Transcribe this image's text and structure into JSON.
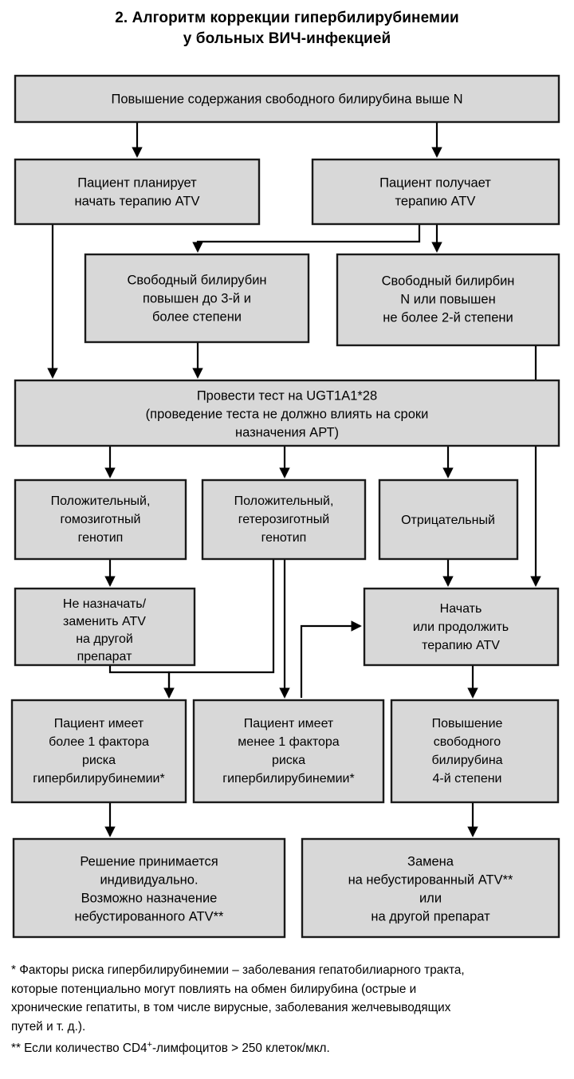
{
  "title": {
    "line1": "2. Алгоритм коррекции гипербилирубинемии",
    "line2": "у больных  ВИЧ-инфекцией"
  },
  "colors": {
    "box_fill": "#d8d8d8",
    "box_stroke": "#1a1a1a",
    "edge": "#000000",
    "background": "#ffffff",
    "text": "#000000"
  },
  "nodes": {
    "root": {
      "lines": [
        "Повышение содержания свободного билирубина выше N"
      ]
    },
    "plans_atv": {
      "lines": [
        "Пациент планирует",
        "начать терапию ATV"
      ]
    },
    "receives_atv": {
      "lines": [
        "Пациент получает",
        "терапию ATV"
      ]
    },
    "bili_grade3": {
      "lines": [
        "Свободный билирубин",
        "повышен до 3-й и",
        "более степени"
      ]
    },
    "bili_norm": {
      "lines": [
        "Свободный билирбин",
        "N или повышен",
        "не более 2-й степени"
      ]
    },
    "ugt_test": {
      "lines": [
        "Провести тест на UGT1A1*28",
        "(проведение теста не должно влиять на сроки",
        "назначения АРТ)"
      ]
    },
    "homozygous": {
      "lines": [
        "Положительный,",
        "гомозиготный",
        "генотип"
      ]
    },
    "heterozygous": {
      "lines": [
        "Положительный,",
        "гетерозиготный",
        "генотип"
      ]
    },
    "negative": {
      "lines": [
        "Отрицательный"
      ]
    },
    "no_atv": {
      "lines": [
        "Не назначать/",
        "заменить ATV",
        "на другой",
        "препарат"
      ]
    },
    "start_continue": {
      "lines": [
        "Начать",
        "или продолжить",
        "терапию ATV"
      ]
    },
    "more_than_one": {
      "lines": [
        "Пациент имеет",
        "более 1 фактора",
        "риска",
        "гипербилирубинемии*"
      ]
    },
    "less_than_one": {
      "lines": [
        "Пациент имеет",
        "менее 1 фактора",
        "риска",
        "гипербилирубинемии*"
      ]
    },
    "grade4": {
      "lines": [
        "Повышение",
        "свободного",
        "билирубина",
        "4-й степени"
      ]
    },
    "individual_decision": {
      "lines": [
        "Решение принимается",
        "индивидуально.",
        "Возможно назначение",
        "небустированного ATV**"
      ]
    },
    "replace_atv": {
      "lines": [
        "Замена",
        "на  небустированный ATV**",
        "или",
        "на другой препарат"
      ]
    }
  },
  "notes": {
    "note1_l1": "* Факторы риска гипербилирубинемии – заболевания гепатобилиарного тракта,",
    "note1_l2": "которые потенциально могут повлиять на обмен билирубина (острые и",
    "note1_l3": "хронические гепатиты, в том числе вирусные, заболевания желчевыводящих",
    "note1_l4": "путей и т. д.).",
    "note2_pre": "** Если количество CD4",
    "note2_sup": "+",
    "note2_post": "-лимфоцитов  > 250 клеток/мкл."
  }
}
